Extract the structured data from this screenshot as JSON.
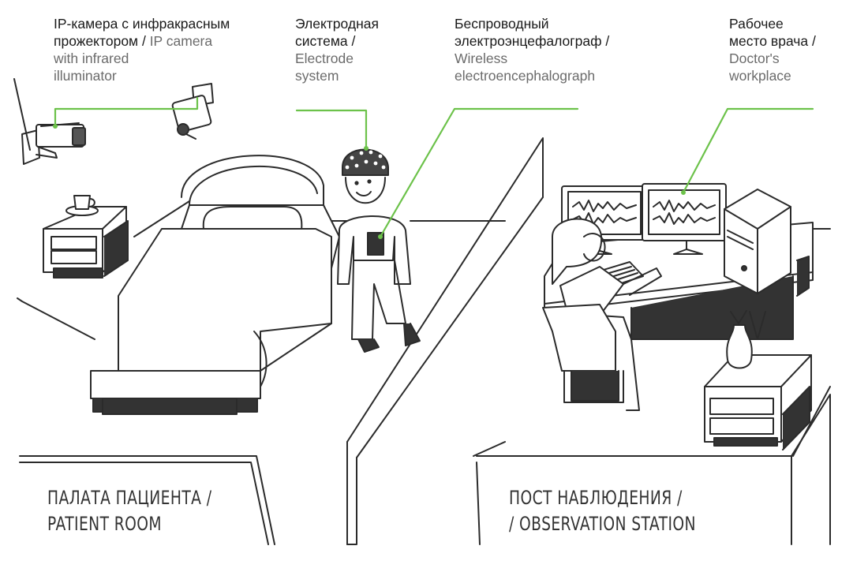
{
  "accent_color": "#6cc24a",
  "line_color": "#2b2b2b",
  "callouts": {
    "camera": {
      "ru": "IP-камера с инфракрасным",
      "ru2": "прожектором /",
      "en1": "IP camera",
      "en2": "with infrared",
      "en3": "illuminator"
    },
    "electrode": {
      "ru1": "Электродная",
      "ru2": "система /",
      "en1": "Electrode",
      "en2": "system"
    },
    "eeg": {
      "ru1": "Беспроводный",
      "ru2": "электроэнцефалограф /",
      "en1": "Wireless",
      "en2": "electroencephalograph"
    },
    "doctor": {
      "ru1": "Рабочее",
      "ru2": "место врача /",
      "en1": "Doctor's",
      "en2": "workplace"
    }
  },
  "rooms": {
    "patient_line1": "ПАЛАТА ПАЦИЕНТА /",
    "patient_line2": "PATIENT ROOM",
    "station_line1": "ПОСТ НАБЛЮДЕНИЯ /",
    "station_line2": "/ OBSERVATION STATION"
  },
  "icons": [
    "ip-camera-icon",
    "eeg-cap-icon",
    "eeg-device-icon",
    "monitor-icon",
    "computer-tower-icon",
    "bed-icon",
    "nightstand-icon",
    "vase-icon",
    "cup-icon",
    "doctor-icon",
    "patient-icon"
  ]
}
